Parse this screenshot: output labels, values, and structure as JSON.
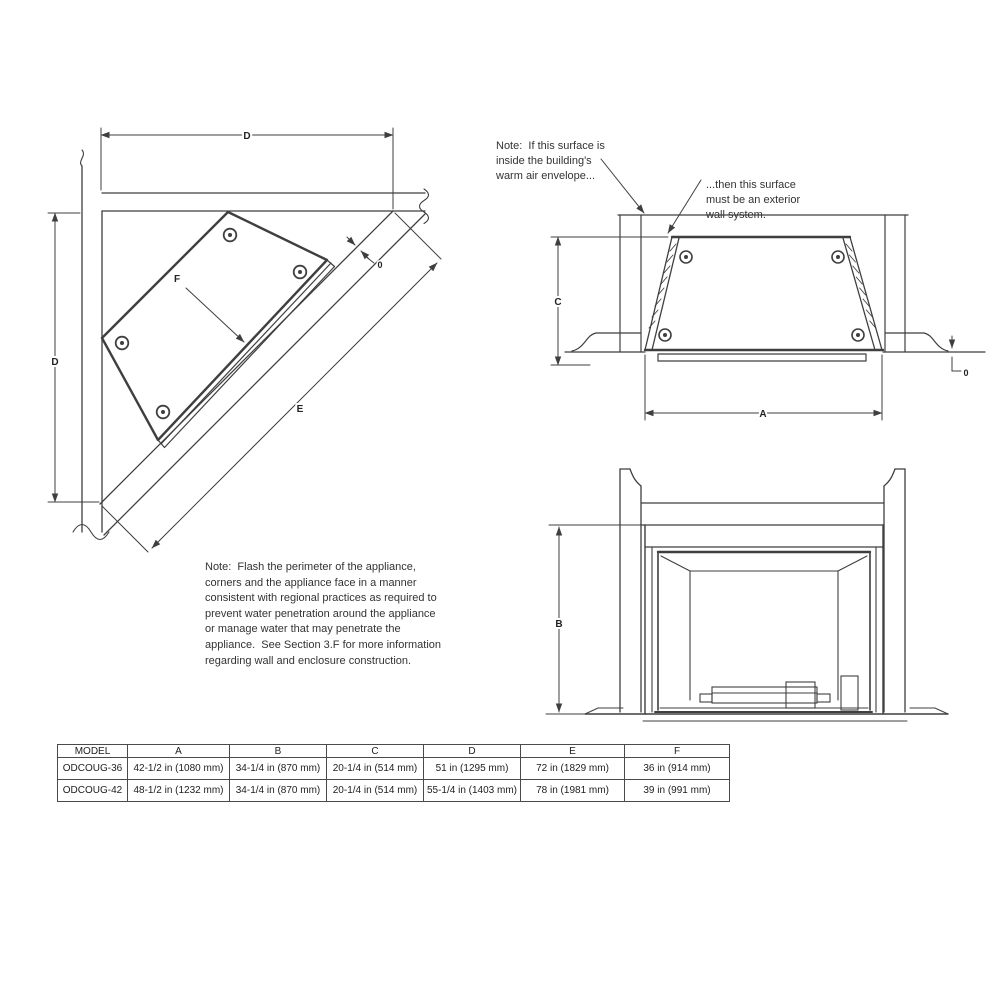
{
  "labels": {
    "d_top": "D",
    "d_left": "D",
    "e": "E",
    "f": "F",
    "zero_corner": "0",
    "c": "C",
    "a": "A",
    "zero_front": "0",
    "b": "B"
  },
  "notes": {
    "warm_air": "Note:  If this surface is\ninside the building's\nwarm air envelope...",
    "exterior_wall": "...then this surface\nmust be an exterior\nwall system.",
    "flashing": "Note:  Flash the perimeter of the appliance,\ncorners and the appliance face in a manner\nconsistent with regional practices as required to\nprevent water penetration around the appliance\nor manage water that may penetrate the\nappliance.  See Section 3.F for more information\nregarding wall and enclosure construction."
  },
  "table": {
    "headers": [
      "MODEL",
      "A",
      "B",
      "C",
      "D",
      "E",
      "F"
    ],
    "rows": [
      [
        "ODCOUG-36",
        "42-1/2 in (1080 mm)",
        "34-1/4 in (870 mm)",
        "20-1/4 in (514 mm)",
        "51 in (1295 mm)",
        "72 in (1829 mm)",
        "36 in (914 mm)"
      ],
      [
        "ODCOUG-42",
        "48-1/2 in (1232 mm)",
        "34-1/4 in (870 mm)",
        "20-1/4 in (514 mm)",
        "55-1/4 in (1403 mm)",
        "78 in (1981 mm)",
        "39 in (991 mm)"
      ]
    ]
  },
  "colors": {
    "line": "#3f3f3f",
    "text": "#2e2e2e"
  }
}
